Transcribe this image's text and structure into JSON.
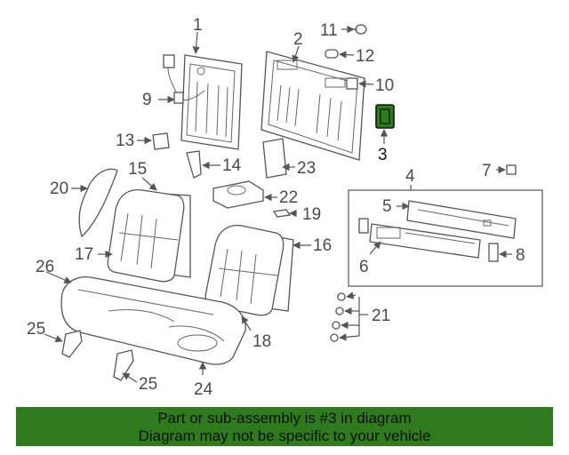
{
  "callouts": {
    "c1": "1",
    "c2": "2",
    "c3": "3",
    "c4": "4",
    "c5": "5",
    "c6": "6",
    "c7": "7",
    "c8": "8",
    "c9": "9",
    "c10": "10",
    "c11": "11",
    "c12": "12",
    "c13": "13",
    "c14": "14",
    "c15": "15",
    "c16": "16",
    "c17": "17",
    "c18": "18",
    "c19": "19",
    "c20": "20",
    "c21": "21",
    "c22": "22",
    "c23": "23",
    "c24": "24",
    "c25a": "25",
    "c25b": "25",
    "c26": "26"
  },
  "highlight_color": "#2f7a1f",
  "banner": {
    "line1": "Part or sub-assembly is #3 in diagram",
    "line2": "Diagram may not be specific to your vehicle"
  }
}
